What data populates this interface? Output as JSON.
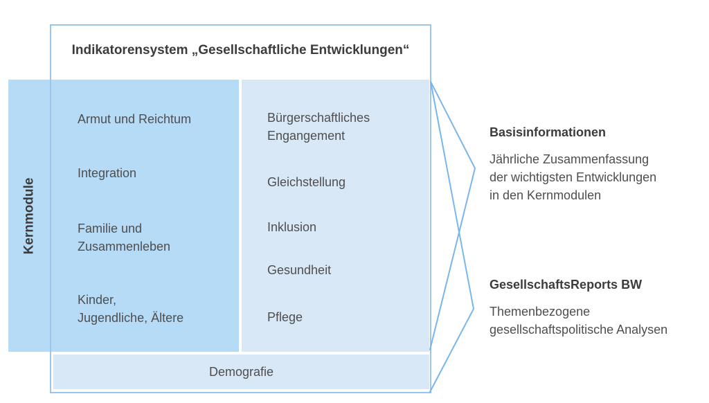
{
  "diagram": {
    "title": "Indikatorensystem „Gesellschaftliche Entwicklungen“",
    "side_label": "Kernmodule",
    "modules": {
      "left": [
        "Armut und Reichtum",
        "Integration",
        "Familie und\nZusammenleben",
        "Kinder,\nJugendliche, Ältere"
      ],
      "right": [
        "Bürgerschaftliches\nEngangement",
        "Gleichstellung",
        "Inklusion",
        "Gesundheit",
        "Pflege"
      ],
      "bottom": "Demografie"
    },
    "outputs": [
      {
        "heading": "Basisinformationen",
        "description": "Jährliche Zusammenfassung\nder wichtigsten Entwicklungen\nin den Kernmodulen"
      },
      {
        "heading": "GesellschaftsReports BW",
        "description": "Themenbezogene\ngesellschaftspolitische Analysen"
      }
    ],
    "colors": {
      "panel_medium_blue": "#b5dbf7",
      "panel_light_blue": "#d9e8f7",
      "box_border": "#9cc5eb",
      "connector_line": "#79b5ee",
      "heading_text": "#3c3c3c",
      "body_text": "#4e4e4e"
    }
  }
}
